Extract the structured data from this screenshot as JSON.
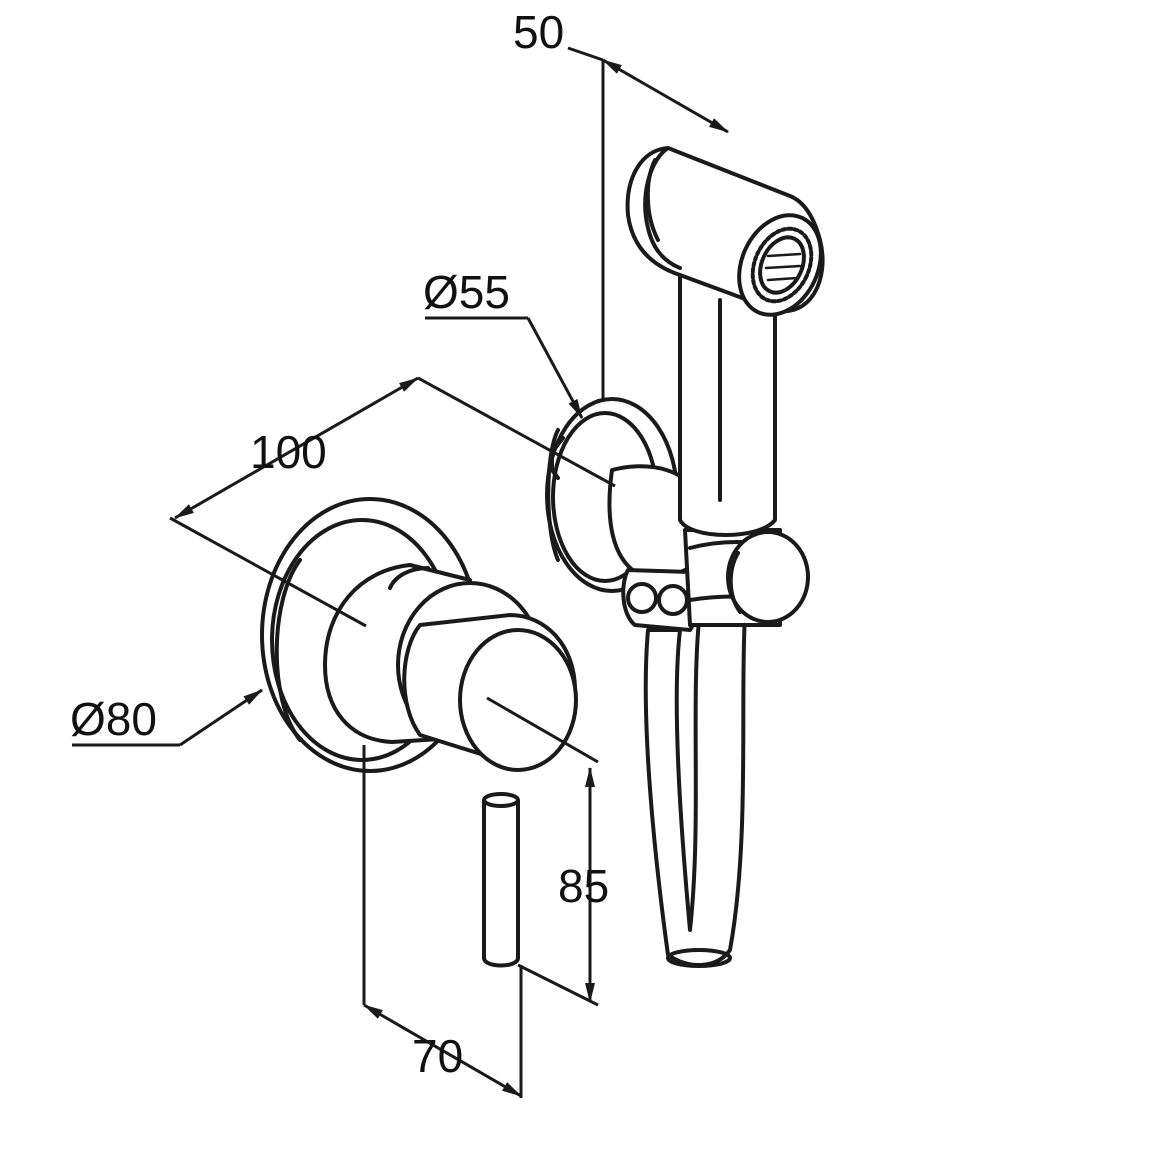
{
  "diagram": {
    "dimensions": {
      "handshower_length": "50",
      "holder_diameter": "Ø55",
      "outlet_projection": "100",
      "rosette_diameter": "Ø80",
      "lever_height": "85",
      "lever_projection": "70"
    }
  }
}
